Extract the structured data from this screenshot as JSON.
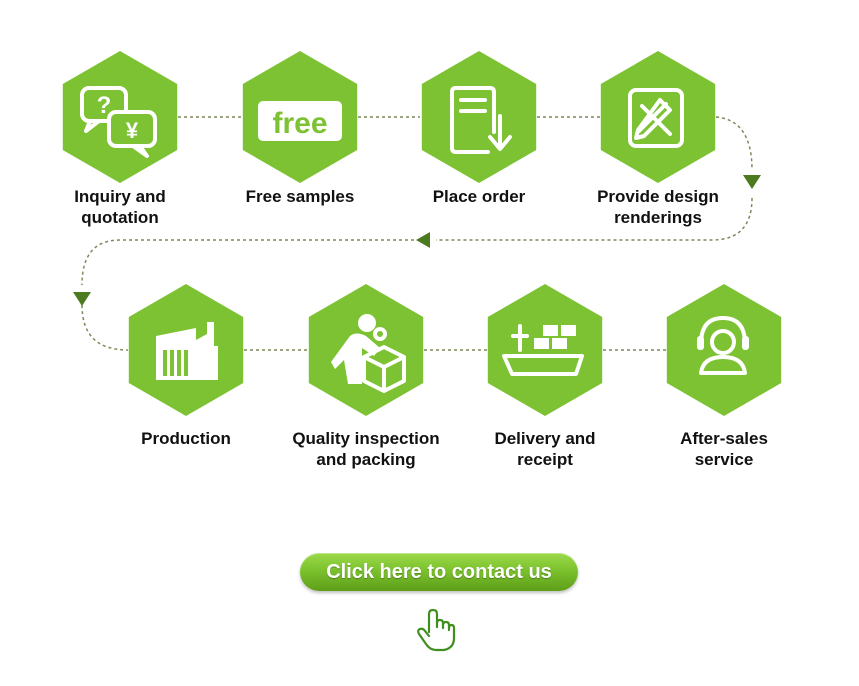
{
  "colors": {
    "hexagon": "#7cc233",
    "icon_stroke": "#ffffff",
    "connector": "#7a8a5a",
    "arrowhead": "#4c7a1e",
    "button_text": "#ffffff",
    "hand_icon": "#3f8f1f"
  },
  "steps": [
    {
      "label": "Inquiry and\nquotation",
      "icon": "chat-bubbles-question-yen-icon"
    },
    {
      "label": "Free samples",
      "icon": "free-tag-icon",
      "icon_text": "free"
    },
    {
      "label": "Place order",
      "icon": "order-document-download-icon"
    },
    {
      "label": "Provide design\nrenderings",
      "icon": "ruler-pencil-design-icon"
    },
    {
      "label": "Production",
      "icon": "factory-icon"
    },
    {
      "label": "Quality inspection\nand packing",
      "icon": "worker-packing-box-icon"
    },
    {
      "label": "Delivery and\nreceipt",
      "icon": "cargo-ship-icon"
    },
    {
      "label": "After-sales\nservice",
      "icon": "headset-support-icon"
    }
  ],
  "contact": {
    "button_label": "Click here to contact us",
    "icon": "pointing-hand-icon"
  }
}
